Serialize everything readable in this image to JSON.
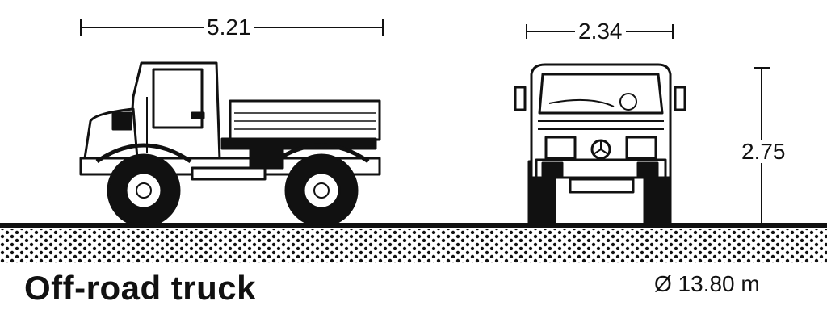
{
  "dimensions": {
    "length": "5.21",
    "width": "2.34",
    "height": "2.75"
  },
  "caption": "Off-road truck",
  "turning_circle": "Ø 13.80 m",
  "colors": {
    "ink": "#111111",
    "paper": "#ffffff"
  }
}
